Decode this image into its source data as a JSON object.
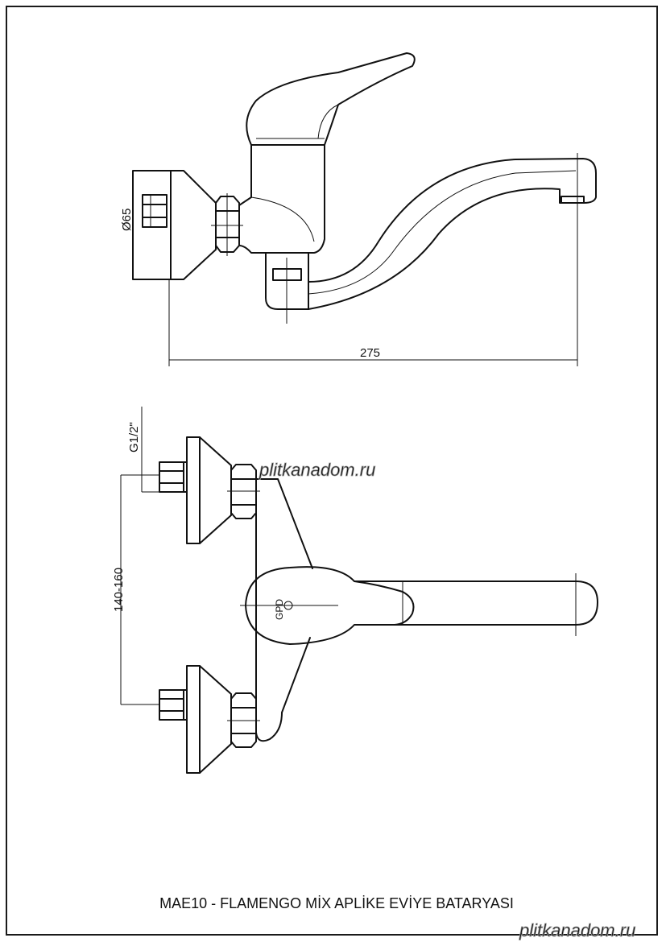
{
  "title": "MAE10 - FLAMENGO MİX APLİKE EVİYE BATARYASI",
  "dimensions": {
    "diameter": "Ø65",
    "length": "275",
    "thread": "G1/2\"",
    "spacing": "140-160"
  },
  "logo_text": "GPD",
  "watermarks": [
    "plitkanadom.ru",
    "plitkanadom.ru"
  ]
}
